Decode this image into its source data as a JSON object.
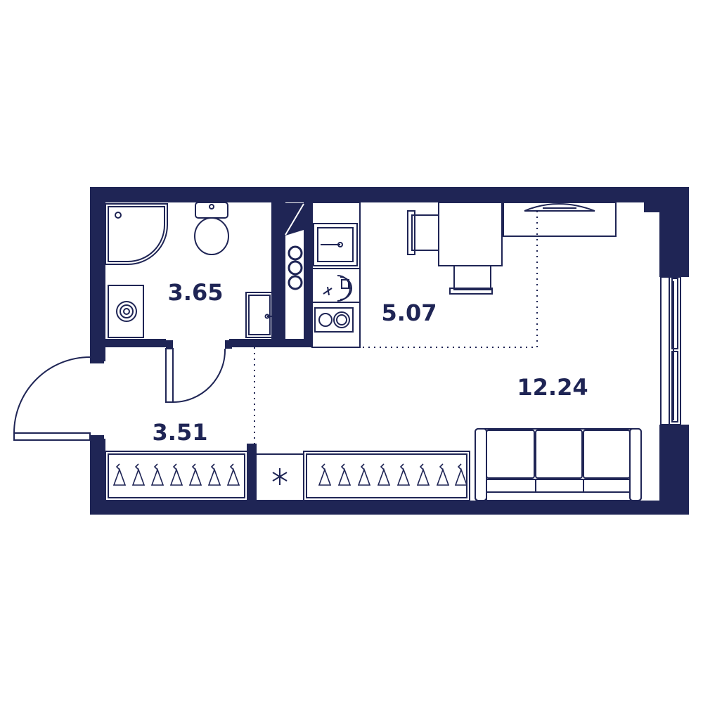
{
  "colors": {
    "wall": "#1f2555",
    "line": "#1f2555",
    "background": "#ffffff"
  },
  "rooms": {
    "bathroom": {
      "area": "3.65"
    },
    "kitchen": {
      "area": "5.07"
    },
    "living": {
      "area": "12.24"
    },
    "hallway": {
      "area": "3.51"
    }
  },
  "icons": {
    "shower": "shower-icon",
    "toilet": "toilet-icon",
    "washing_machine": "washing-machine-icon",
    "bath_sink": "sink-icon",
    "kitchen_sink": "kitchen-sink-icon",
    "stove": "stove-icon",
    "fridge": "fridge-icon",
    "hanger": "hanger-icon"
  }
}
